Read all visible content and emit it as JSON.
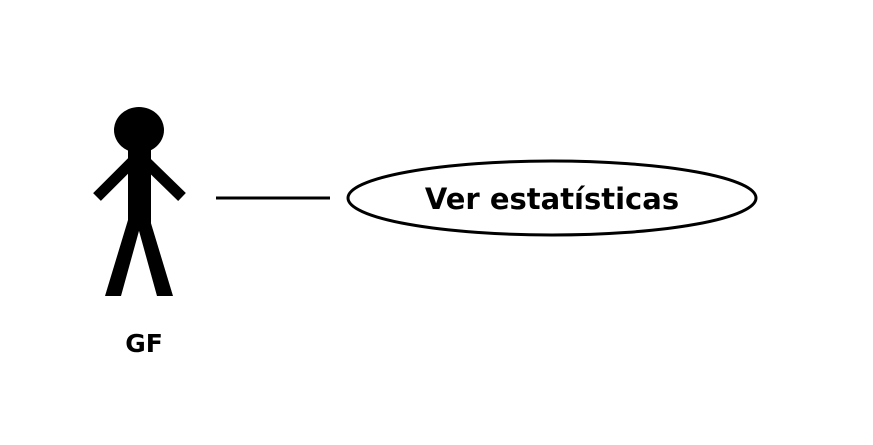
{
  "diagram": {
    "type": "use-case",
    "actor": {
      "label": "GF"
    },
    "use_case": {
      "label": "Ver estatísticas"
    },
    "association": {
      "from": "GF",
      "to": "Ver estatísticas"
    },
    "colors": {
      "stroke": "#000000",
      "fill": "#ffffff",
      "background": "#ffffff"
    }
  }
}
